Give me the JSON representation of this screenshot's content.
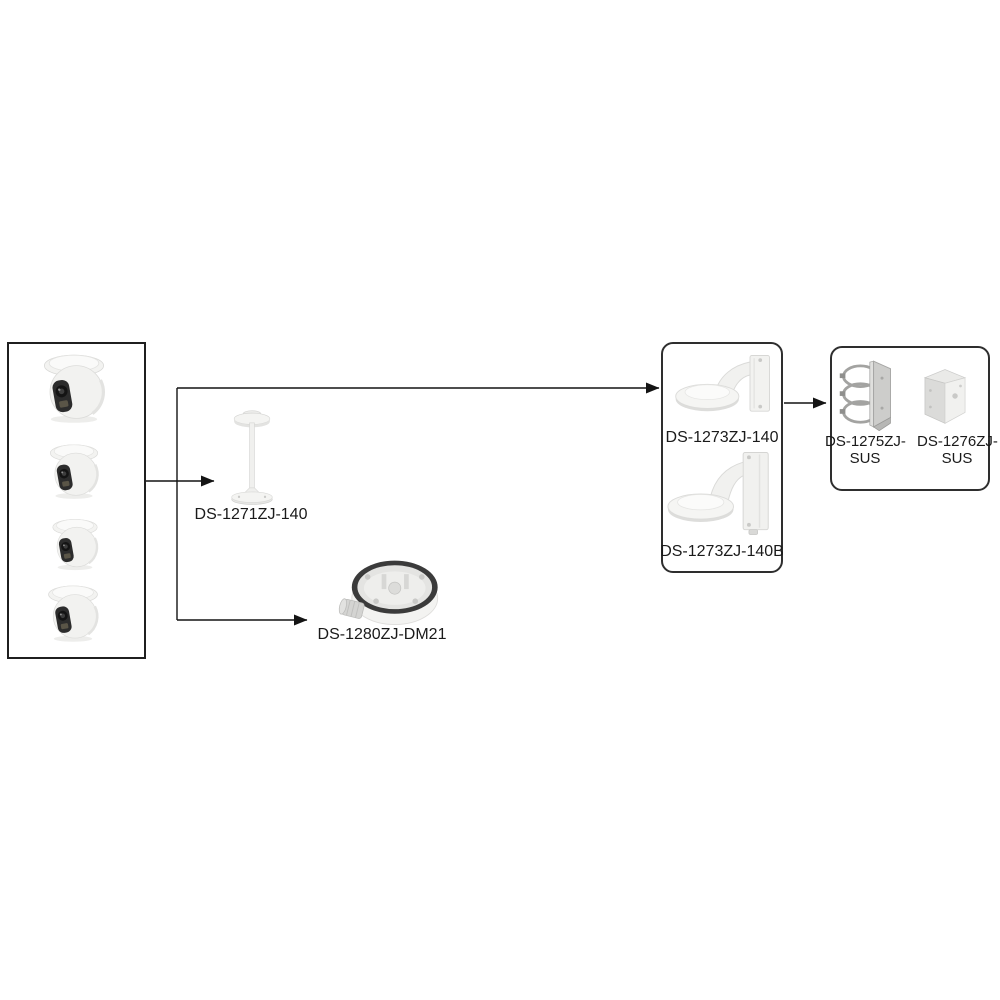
{
  "colors": {
    "background": "#ffffff",
    "connector": "#141414",
    "camera_box_border": "#1f1f1f",
    "group_box_border": "#2e2e2e",
    "label_text": "#1a1a1a",
    "product_white": "#f2f2f0",
    "product_gray": "#cdcdcb",
    "lens_dark": "#2c2c2c"
  },
  "camera_group": {
    "icon": "turret-camera",
    "camera_count": 4
  },
  "accessories": {
    "pendant": {
      "label": "DS-1271ZJ-140",
      "icon": "ceiling-pendant-mount"
    },
    "junction": {
      "label": "DS-1280ZJ-DM21",
      "icon": "junction-box"
    },
    "wall_a": {
      "label": "DS-1273ZJ-140",
      "icon": "wall-mount-bracket"
    },
    "wall_b": {
      "label": "DS-1273ZJ-140B",
      "icon": "wall-mount-bracket-with-junction"
    },
    "pole": {
      "label_line1": "DS-1275ZJ-",
      "label_line2": "SUS",
      "icon": "pole-mount-adapter"
    },
    "corner": {
      "label_line1": "DS-1276ZJ-",
      "label_line2": "SUS",
      "icon": "corner-mount-adapter"
    }
  }
}
